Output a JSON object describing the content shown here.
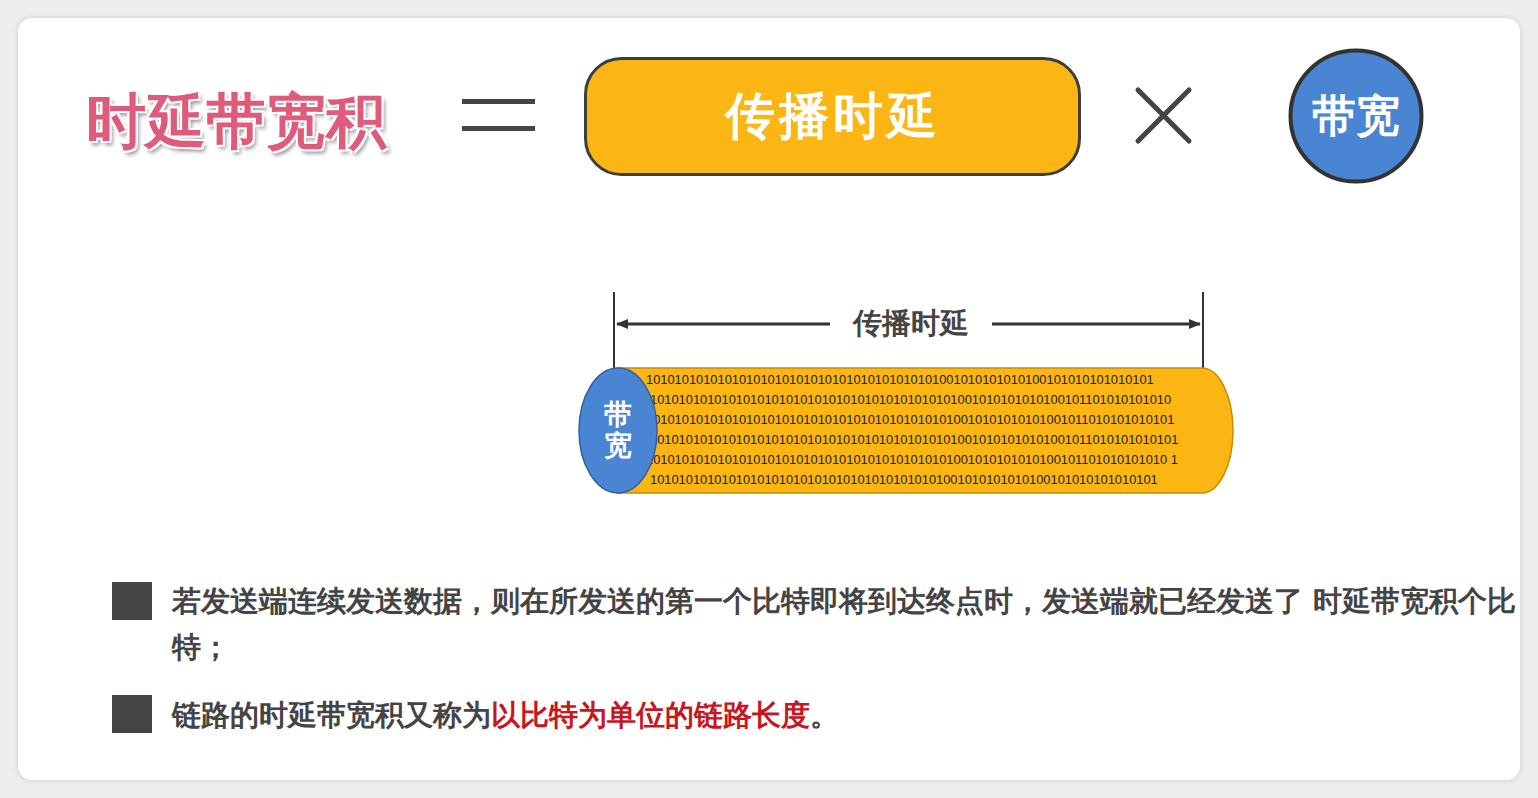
{
  "diagram": {
    "title": "时延带宽积",
    "nodes": [
      {
        "text": [
          "传播时延"
        ]
      },
      {
        "text": [
          "带宽"
        ]
      },
      {
        "text": [
          "10101010101010101010101010101010101010101001010101010100101010101010101",
          "1010101010101010101010101010101010101010101001010101010100101101010101010",
          "10101010101010101010101010101010101010101010010101010101001011010101010101",
          "10101010101010101010101010101010101010101010010101010101001011010101010101",
          "1010101010101010101010101010101010101010101001010101010100101101010101010 1",
          "10101010101010101010101010101010101010101001010101010100101010101010101"
        ]
      },
      {
        "text": [
          "带宽"
        ],
        "in": 2
      }
    ],
    "labels": [
      "传播时延",
      "若发送端连续发送数据，则在所发送的第一个比特即将到达终点时，发送端就已经发送了 时延带宽积个比特；",
      "链路的时延带宽积又称为",
      "以比特为单位的链路长度",
      "。"
    ]
  }
}
